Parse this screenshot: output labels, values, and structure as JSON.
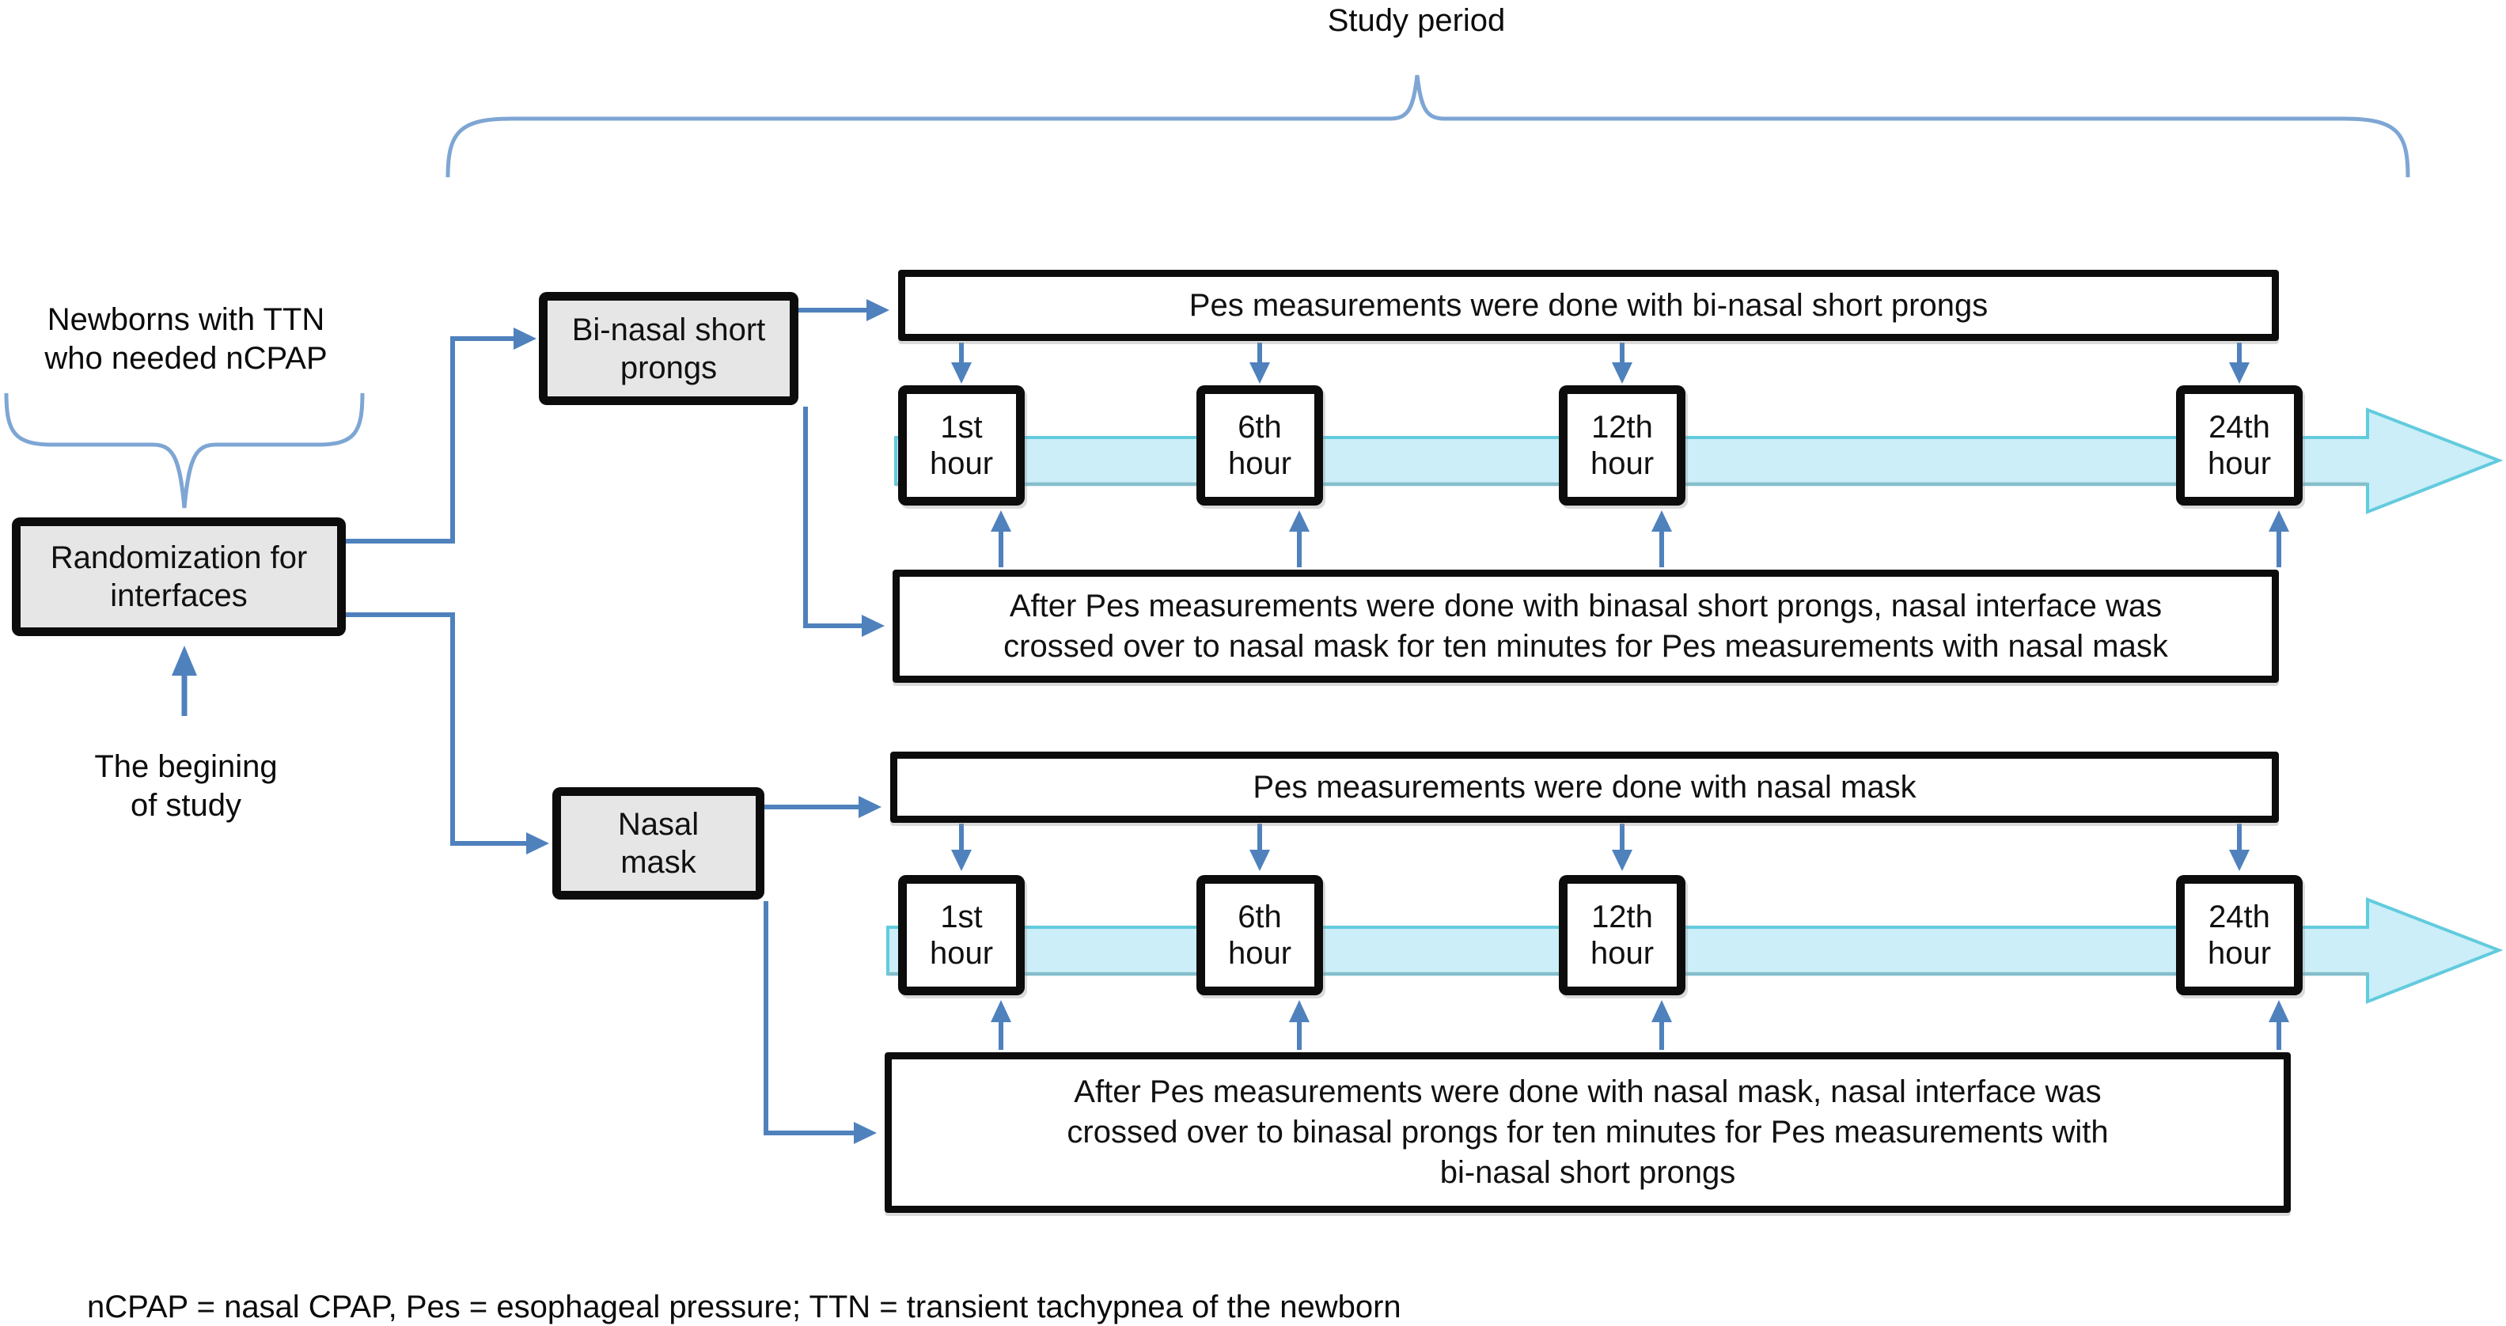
{
  "diagram": {
    "title": "Study period",
    "population": {
      "line1": "Newborns with TTN",
      "line2": "who needed nCPAP"
    },
    "randomization": {
      "line1": "Randomization for",
      "line2": "interfaces"
    },
    "beginning": {
      "line1": "The begining",
      "line2": "of study"
    },
    "branch_prongs": {
      "interface": {
        "line1": "Bi-nasal short",
        "line2": "prongs"
      },
      "measurement": "Pes measurements were done with bi-nasal short prongs",
      "crossover": {
        "line1": "After Pes measurements were done with binasal short prongs, nasal interface was",
        "line2": "crossed over to nasal mask for ten minutes for Pes measurements with nasal mask"
      },
      "timepoints": [
        {
          "ordinal": "1st",
          "unit": "hour"
        },
        {
          "ordinal": "6th",
          "unit": "hour"
        },
        {
          "ordinal": "12th",
          "unit": "hour"
        },
        {
          "ordinal": "24th",
          "unit": "hour"
        }
      ]
    },
    "branch_mask": {
      "interface": {
        "line1": "Nasal",
        "line2": "mask"
      },
      "measurement": "Pes measurements were done with nasal mask",
      "crossover": {
        "line1": "After Pes measurements were done with nasal mask, nasal interface was",
        "line2": "crossed over to binasal prongs for ten minutes for Pes measurements with",
        "line3": "bi-nasal short prongs"
      },
      "timepoints": [
        {
          "ordinal": "1st",
          "unit": "hour"
        },
        {
          "ordinal": "6th",
          "unit": "hour"
        },
        {
          "ordinal": "12th",
          "unit": "hour"
        },
        {
          "ordinal": "24th",
          "unit": "hour"
        }
      ]
    },
    "footnote": "nCPAP = nasal CPAP, Pes = esophageal pressure; TTN = transient tachypnea of the newborn",
    "colors": {
      "connector_blue": "#4f81bd",
      "brace_blue": "#7ea6d4",
      "timeline_fill": "#cbeef8",
      "timeline_stroke": "#62cbdd",
      "box_gray": "#e6e6e6",
      "border_black": "#0c0c0c"
    }
  }
}
